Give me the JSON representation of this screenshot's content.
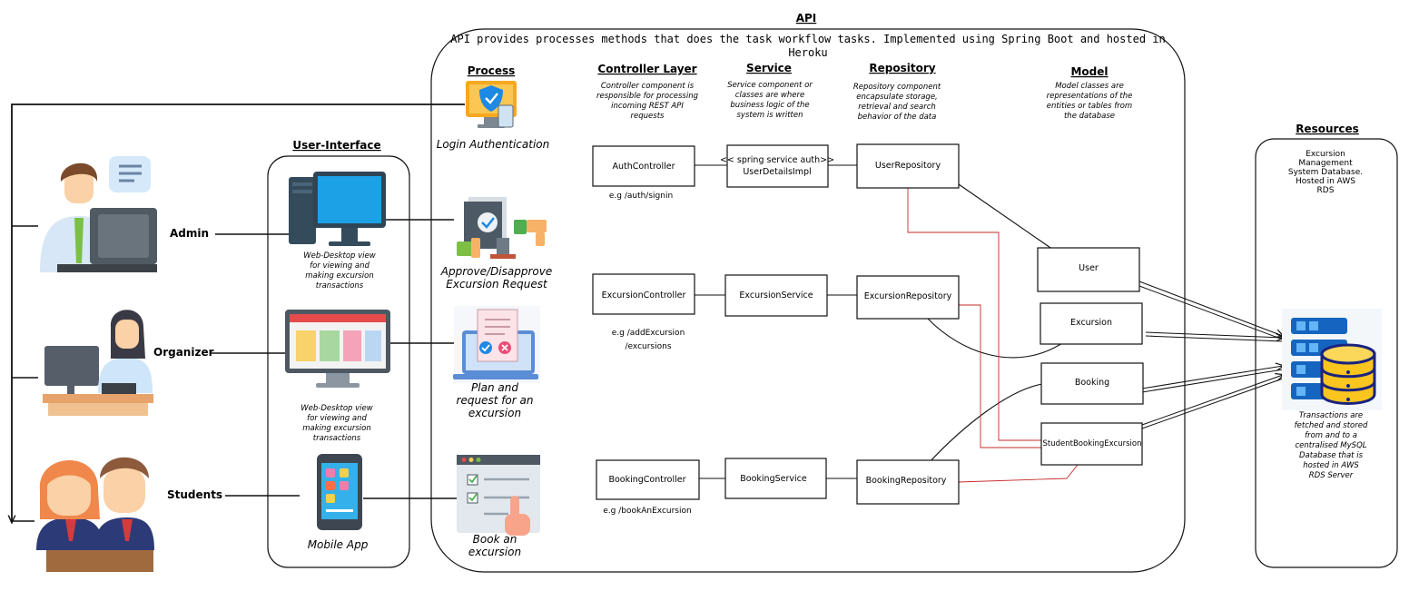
{
  "api": {
    "title": "API",
    "description_lines": [
      "API provides processes methods that does the task workflow tasks. Implemented using Spring Boot and hosted in",
      "Heroku"
    ]
  },
  "user_interface": {
    "title": "User-Interface",
    "web_desktop_1_lines": [
      "Web-Desktop view",
      "for viewing and",
      "making excursion",
      "transactions"
    ],
    "web_desktop_2_lines": [
      "Web-Desktop view",
      "for viewing and",
      "making excursion",
      "transactions"
    ],
    "mobile_app": "Mobile App"
  },
  "actors": {
    "admin": "Admin",
    "organizer": "Organizer",
    "students": "Students"
  },
  "process": {
    "title": "Process",
    "login": "Login Authentication",
    "approve_lines": [
      "Approve/Disapprove",
      "Excursion Request"
    ],
    "plan_lines": [
      "Plan and",
      "request for an",
      "excursion"
    ],
    "book_lines": [
      "Book an",
      "excursion"
    ]
  },
  "controller_layer": {
    "title": "Controller Layer",
    "desc_lines": [
      "Controller component is",
      "responsible for processing",
      "incoming REST API",
      "requests"
    ],
    "auth": "AuthController",
    "auth_example": "e.g /auth/signin",
    "excursion": "ExcursionController",
    "excursion_example_lines": [
      "e.g /addExcursion",
      "/excursions"
    ],
    "booking": "BookingController",
    "booking_example": "e.g /bookAnExcursion"
  },
  "service": {
    "title": "Service",
    "desc_lines": [
      "Service component or",
      "classes are where",
      "business logic of the",
      "system is written"
    ],
    "auth_lines": [
      "<< spring service auth>>",
      "UserDetailsImpl"
    ],
    "excursion": "ExcursionService",
    "booking": "BookingService"
  },
  "repository": {
    "title": "Repository",
    "desc_lines": [
      "Repository component",
      "encapsulate storage,",
      "retrieval and search",
      "behavior of the data"
    ],
    "user": "UserRepository",
    "excursion": "ExcursionRepository",
    "booking": "BookingRepository"
  },
  "model": {
    "title": "Model",
    "desc_lines": [
      "Model classes are",
      "representations of the",
      "entities or tables from",
      "the database"
    ],
    "user": "User",
    "excursion": "Excursion",
    "booking": "Booking",
    "student_booking": "StudentBookingExcursion"
  },
  "resources": {
    "title": "Resources",
    "db_lines": [
      "Excursion",
      "Management",
      "System Database.",
      "Hosted in AWS",
      "RDS"
    ],
    "note_lines": [
      "Transactions are",
      "fetched and stored",
      "from and to a",
      "centralised MySQL",
      "Database that is",
      "hosted in AWS",
      "RDS Server"
    ]
  },
  "colors": {
    "line": "#111111",
    "red_link": "#c62828",
    "monitor_blue": "#1da1e6",
    "server_blue": "#1565c0",
    "db_yellow": "#f9c51e"
  },
  "icons": [
    "admin-person-icon",
    "organizer-person-icon",
    "students-icon",
    "desktop-pc-icon",
    "dashboard-monitor-icon",
    "mobile-phone-icon",
    "shield-laptop-icon",
    "approve-document-icon",
    "checklist-laptop-icon",
    "booking-checklist-icon",
    "database-server-icon"
  ]
}
